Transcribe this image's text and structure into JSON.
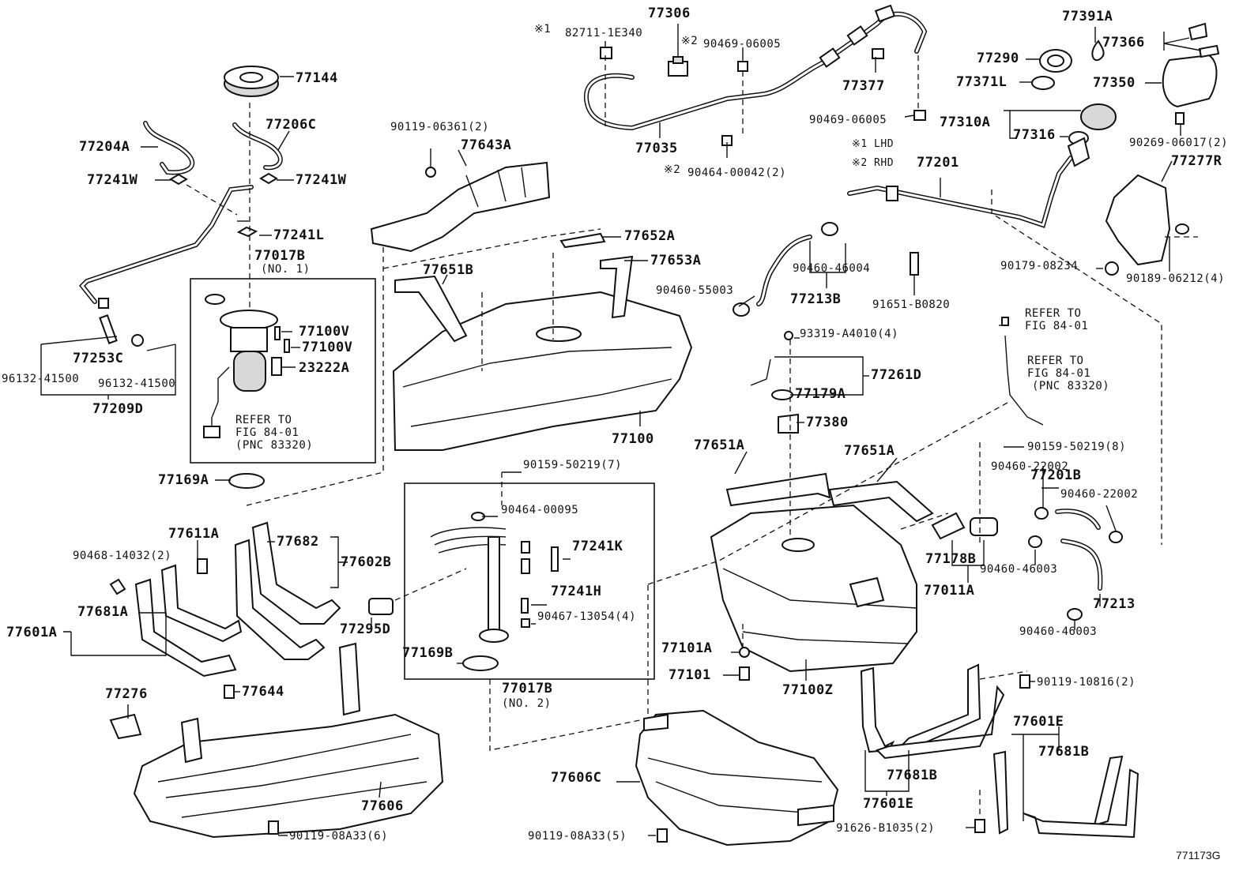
{
  "diagram_id": "771173G",
  "notes": {
    "lhd": "※1 LHD",
    "rhd": "※2 RHD"
  },
  "refer": {
    "a_line1": "REFER TO",
    "a_line2": "FIG 84-01",
    "a_line3": "(PNC 83320)",
    "b_line1": "REFER TO",
    "b_line2": "FIG 84-01",
    "c_line1": "REFER TO",
    "c_line2": "FIG 84-01",
    "c_line3": "(PNC 83320)"
  },
  "parts": {
    "p77144": "77144",
    "p77206C": "77206C",
    "p77204A": "77204A",
    "p77241W_l": "77241W",
    "p77241W_r": "77241W",
    "p77241L": "77241L",
    "p77017B_1": "77017B",
    "p77017B_1sub": "(NO. 1)",
    "p77100V_a": "77100V",
    "p77100V_b": "77100V",
    "p23222A": "23222A",
    "p77253C": "77253C",
    "p96132_a": "96132-41500",
    "p96132_b": "96132-41500",
    "p77209D": "77209D",
    "p77169A": "77169A",
    "p90119_06361": "90119-06361(2)",
    "p77643A": "77643A",
    "p77651B": "77651B",
    "p77652A": "77652A",
    "p77653A": "77653A",
    "p77100": "77100",
    "p82711": "82711-1E340",
    "p82711_mark": "※1",
    "p77306": "77306",
    "p90469_06005_top": "90469-06005",
    "p90469_mark": "※2",
    "p77035": "77035",
    "p90464_00042": "90464-00042(2)",
    "p90464_mark": "※2",
    "p77377": "77377",
    "p90469_06005_r": "90469-06005",
    "p77391A": "77391A",
    "p77366": "77366",
    "p77290": "77290",
    "p77371L": "77371L",
    "p77350": "77350",
    "p77310A": "77310A",
    "p77316": "77316",
    "p90269": "90269-06017(2)",
    "p77201": "77201",
    "p77277R": "77277R",
    "p90460_46004": "90460-46004",
    "p90460_55003": "90460-55003",
    "p77213B": "77213B",
    "p91651": "91651-B0820",
    "p90179": "90179-08234",
    "p90189": "90189-06212(4)",
    "p93319": "93319-A4010(4)",
    "p77261D": "77261D",
    "p77179A": "77179A",
    "p77380": "77380",
    "p90159_50219_8": "90159-50219(8)",
    "p90460_22002_a": "90460-22002",
    "p77201B": "77201B",
    "p90460_22002_b": "90460-22002",
    "p77651A_l": "77651A",
    "p77651A_r": "77651A",
    "p77178B": "77178B",
    "p77011A": "77011A",
    "p90460_46003_a": "90460-46003",
    "p77213": "77213",
    "p90460_46003_b": "90460-46003",
    "p90159_50219_7": "90159-50219(7)",
    "p90464_00095": "90464-00095",
    "p77241K": "77241K",
    "p77241H": "77241H",
    "p90467": "90467-13054(4)",
    "p77169B": "77169B",
    "p77017B_2": "77017B",
    "p77017B_2sub": "(NO. 2)",
    "p77611A": "77611A",
    "p90468": "90468-14032(2)",
    "p77682": "77682",
    "p77602B": "77602B",
    "p77681A": "77681A",
    "p77601A": "77601A",
    "p77295D": "77295D",
    "p77644": "77644",
    "p77276": "77276",
    "p77606": "77606",
    "p90119_08A33_6": "90119-08A33(6)",
    "p77101A": "77101A",
    "p77101": "77101",
    "p77100Z": "77100Z",
    "p90119_10816": "90119-10816(2)",
    "p77606C": "77606C",
    "p90119_08A33_5": "90119-08A33(5)",
    "p77681B_l": "77681B",
    "p77601E_l": "77601E",
    "p77601E_r": "77601E",
    "p77681B_r": "77681B",
    "p91626": "91626-B1035(2)"
  }
}
